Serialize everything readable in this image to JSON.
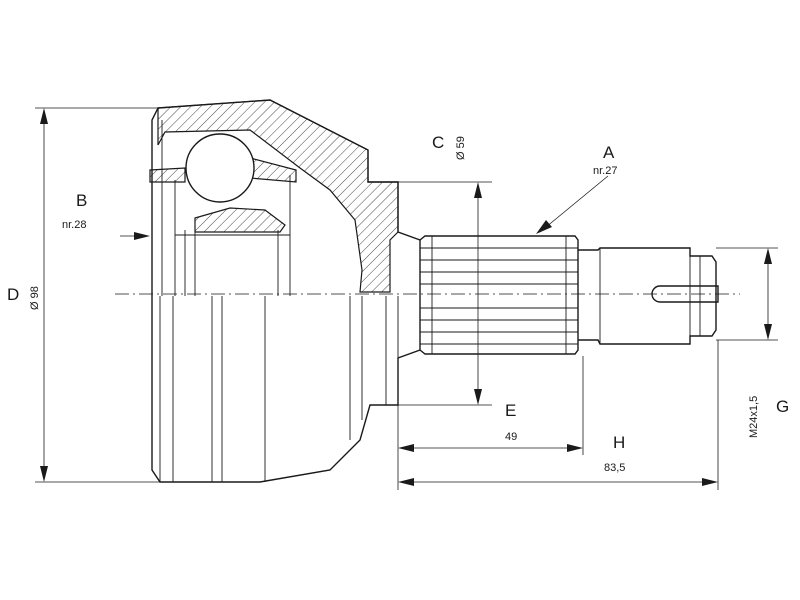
{
  "dimensions": {
    "A": {
      "letter": "A",
      "value": "nr.27"
    },
    "B": {
      "letter": "B",
      "value": "nr.28"
    },
    "C": {
      "letter": "C",
      "value": "Ø 59"
    },
    "D": {
      "letter": "D",
      "value": "Ø 98"
    },
    "E": {
      "letter": "E",
      "value": "49"
    },
    "G": {
      "letter": "G",
      "value": "M24x1,5"
    },
    "H": {
      "letter": "H",
      "value": "83,5"
    }
  },
  "colors": {
    "line": "#1a1a1a",
    "background": "#ffffff"
  }
}
